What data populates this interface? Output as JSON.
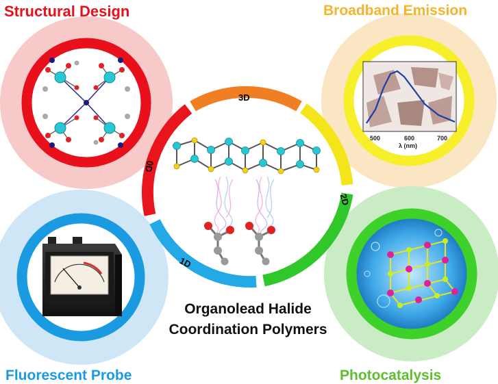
{
  "panels": {
    "structural": {
      "title": "Structural Design",
      "color": "#e8101a",
      "halo": "#f8c9c9"
    },
    "emission": {
      "title": "Broadband Emission",
      "color": "#f7b32b",
      "halo": "#fbe6c3",
      "ring": "#f7ef2a",
      "axis_ticks": [
        "500",
        "600",
        "700"
      ],
      "axis_label": "λ (nm)"
    },
    "probe": {
      "title": "Fluorescent Probe",
      "color": "#1a9ae0",
      "halo": "#cfe6f6"
    },
    "photo": {
      "title": "Photocatalysis",
      "color": "#5fbe2e",
      "halo": "#c9ecc4",
      "ring": "#3ed12a"
    }
  },
  "dimensions": {
    "d3": {
      "label": "3D",
      "color": "#f07e22"
    },
    "d2": {
      "label": "2D",
      "color": "#2fc72a",
      "color_alt": "#f4e51a"
    },
    "d1": {
      "label": "1D",
      "color": "#22a9e6"
    },
    "d0": {
      "label": "0D",
      "color": "#e8161c"
    }
  },
  "center_title": {
    "line1": "Organolead Halide",
    "line2": "Coordination Polymers"
  },
  "colors": {
    "pb": "#27c7d6",
    "halide": "#f2d21a",
    "bond": "#555555",
    "oxygen": "#e02222",
    "carbon": "#9a9a9a"
  }
}
